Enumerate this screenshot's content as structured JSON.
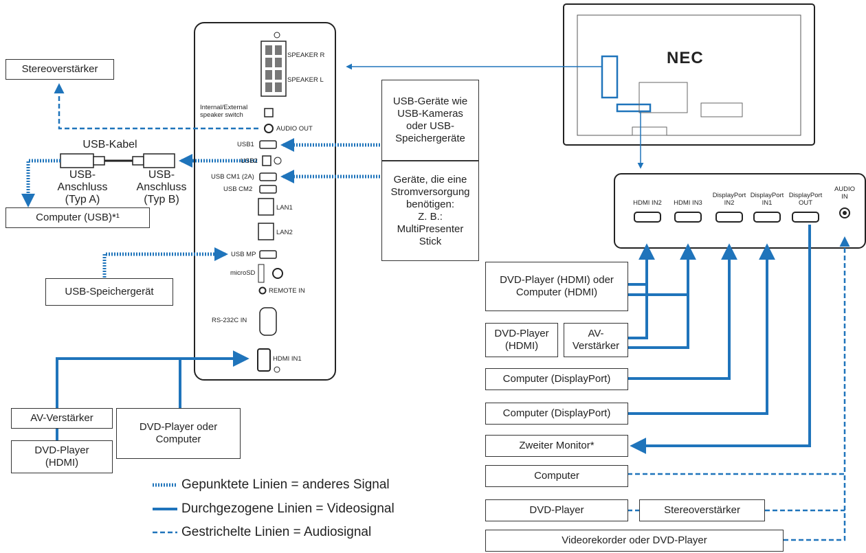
{
  "colors": {
    "line": "#1f74bb",
    "frame": "#333333"
  },
  "panel_labels": {
    "speaker_r": "SPEAKER R",
    "speaker_l": "SPEAKER L",
    "speaker_switch": "Internal/External\nspeaker switch",
    "audio_out": "AUDIO OUT",
    "usb1": "USB1",
    "usb2": "USB2",
    "usb_cm1": "USB CM1 (2A)",
    "usb_cm2": "USB CM2",
    "lan1": "LAN1",
    "lan2": "LAN2",
    "usb_mp": "USB MP",
    "microsd": "microSD",
    "remote_in": "REMOTE IN",
    "rs232c_in": "RS-232C IN",
    "hdmi_in1": "HDMI IN1"
  },
  "monitor": {
    "logo": "NEC"
  },
  "bottom_panel": {
    "hdmi_in2": "HDMI IN2",
    "hdmi_in3": "HDMI IN3",
    "dp_in2": "DisplayPort\nIN2",
    "dp_in1": "DisplayPort\nIN1",
    "dp_out": "DisplayPort\nOUT",
    "audio_in": "AUDIO\nIN"
  },
  "left": {
    "stereo_amp": "Stereoverstärker",
    "usb_cable": "USB-Kabel",
    "usb_a": "USB-\nAnschluss\n(Typ A)",
    "usb_b": "USB-\nAnschluss\n(Typ B)",
    "computer_usb": "Computer (USB)*¹",
    "usb_storage": "USB-Speichergerät",
    "av_amp": "AV-Verstärker",
    "dvd_hdmi": "DVD-Player\n(HDMI)",
    "dvd_or_computer": "DVD-Player oder\nComputer"
  },
  "middle": {
    "usb_devices": "USB-Geräte wie\nUSB-Kameras\noder USB-\nSpeichergeräte",
    "power_devices": "Geräte, die eine\nStromversorgung\nbenötigen:\nZ. B.:\nMultiPresenter\nStick"
  },
  "right": {
    "dvd_hdmi_or_computer": "DVD-Player (HDMI) oder\nComputer (HDMI)",
    "dvd_hdmi": "DVD-Player\n(HDMI)",
    "av_amp": "AV-\nVerstärker",
    "computer_dp1": "Computer (DisplayPort)",
    "computer_dp2": "Computer (DisplayPort)",
    "second_monitor": "Zweiter Monitor*",
    "computer": "Computer",
    "dvd_player": "DVD-Player",
    "stereo_amp": "Stereoverstärker",
    "recorder": "Videorekorder oder DVD-Player"
  },
  "legend": {
    "dotted": "Gepunktete Linien = anderes Signal",
    "solid": "Durchgezogene Linien = Videosignal",
    "dashed": "Gestrichelte Linien = Audiosignal"
  }
}
